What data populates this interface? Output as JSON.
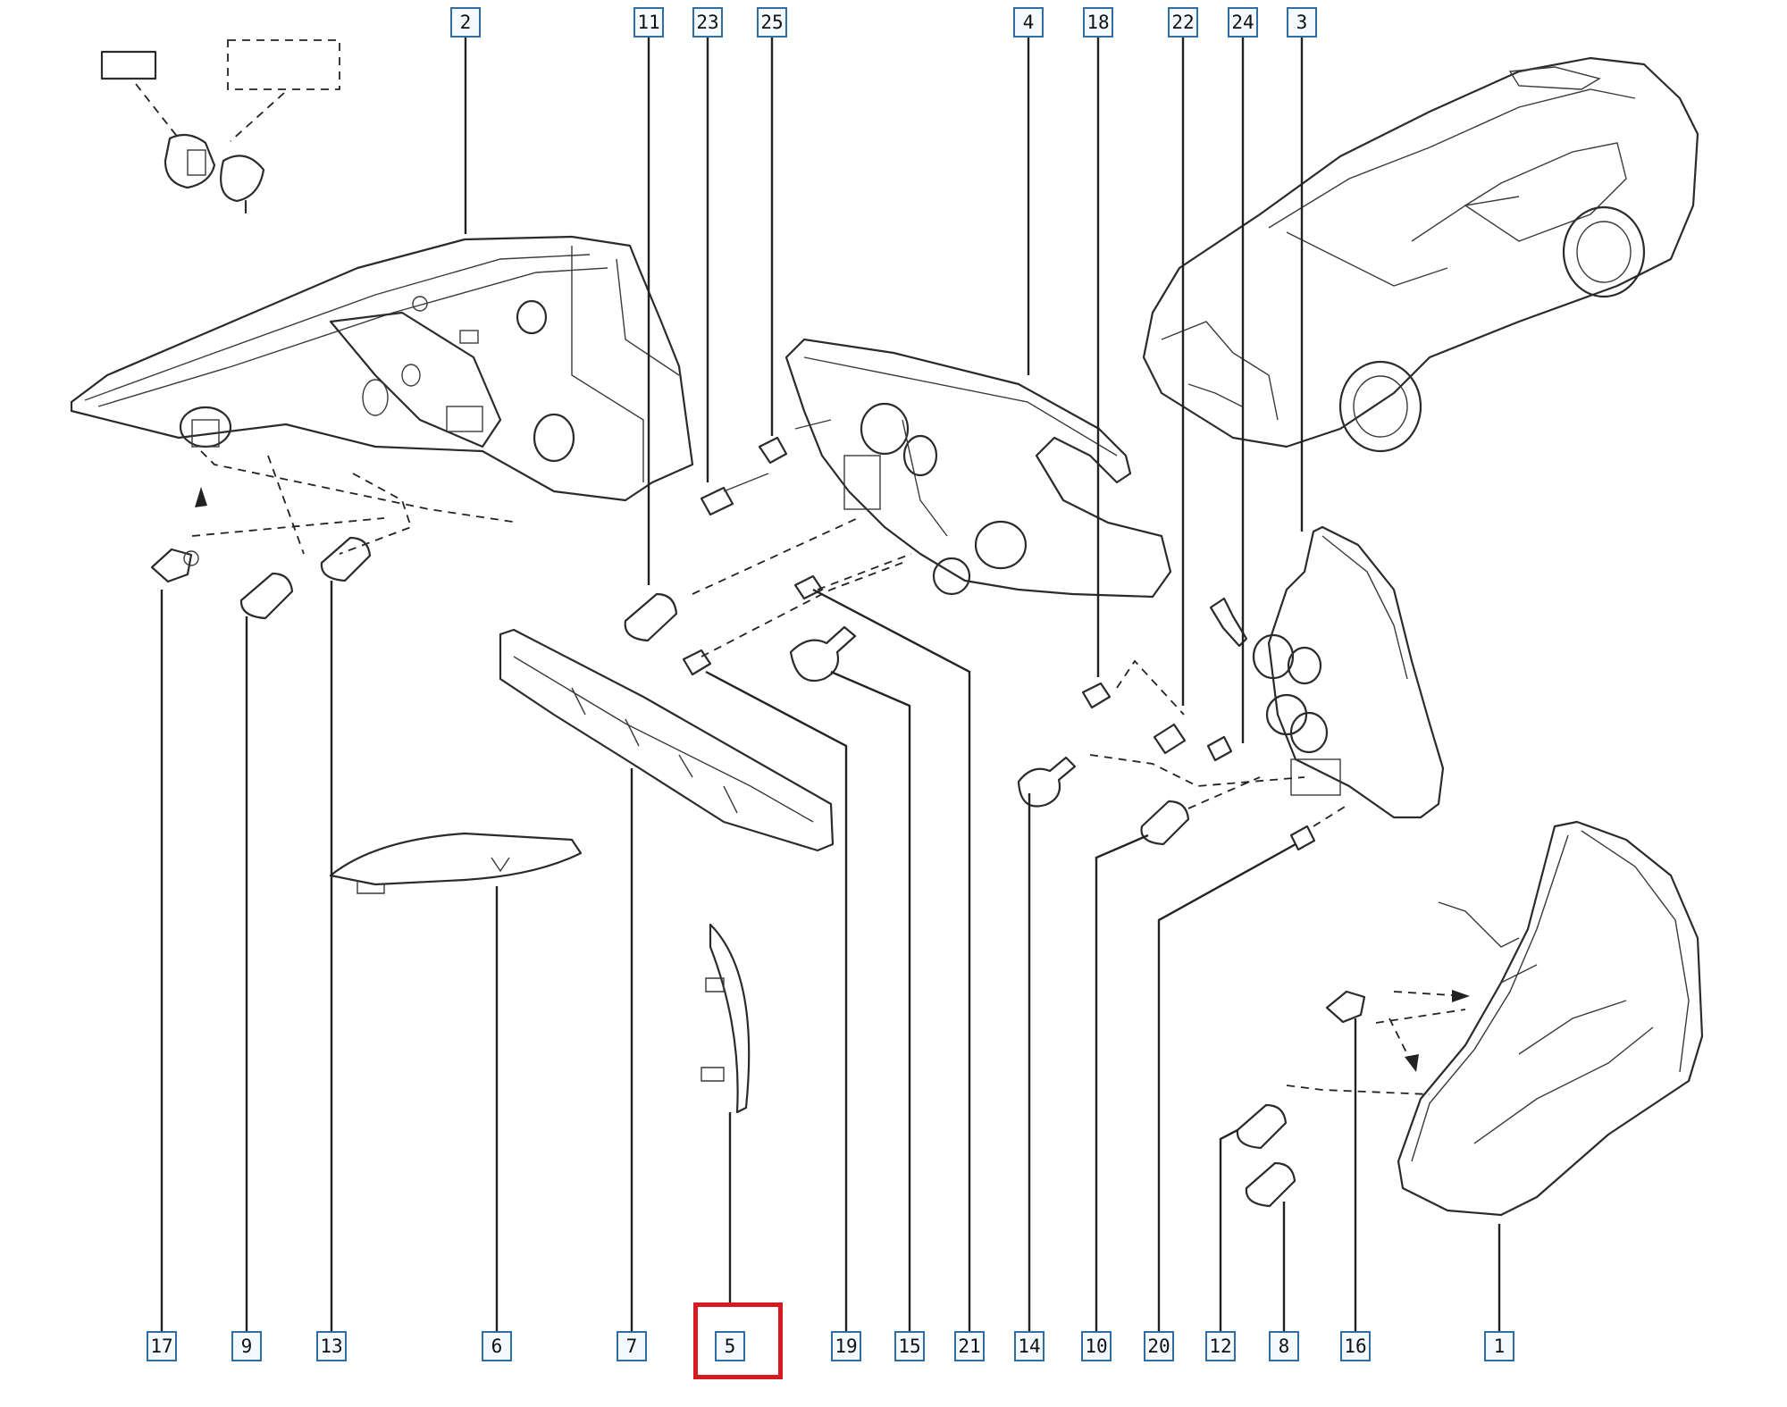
{
  "labels": {
    "top": [
      "2",
      "11",
      "23",
      "25",
      "4",
      "18",
      "22",
      "24",
      "3"
    ],
    "bottom": [
      "17",
      "9",
      "13",
      "6",
      "7",
      "5",
      "19",
      "15",
      "21",
      "14",
      "10",
      "20",
      "12",
      "8",
      "16",
      "1"
    ]
  },
  "highlighted_part": "5",
  "colors": {
    "label_border": "#2f6da5",
    "highlight": "#d71920",
    "line": "#222222"
  }
}
